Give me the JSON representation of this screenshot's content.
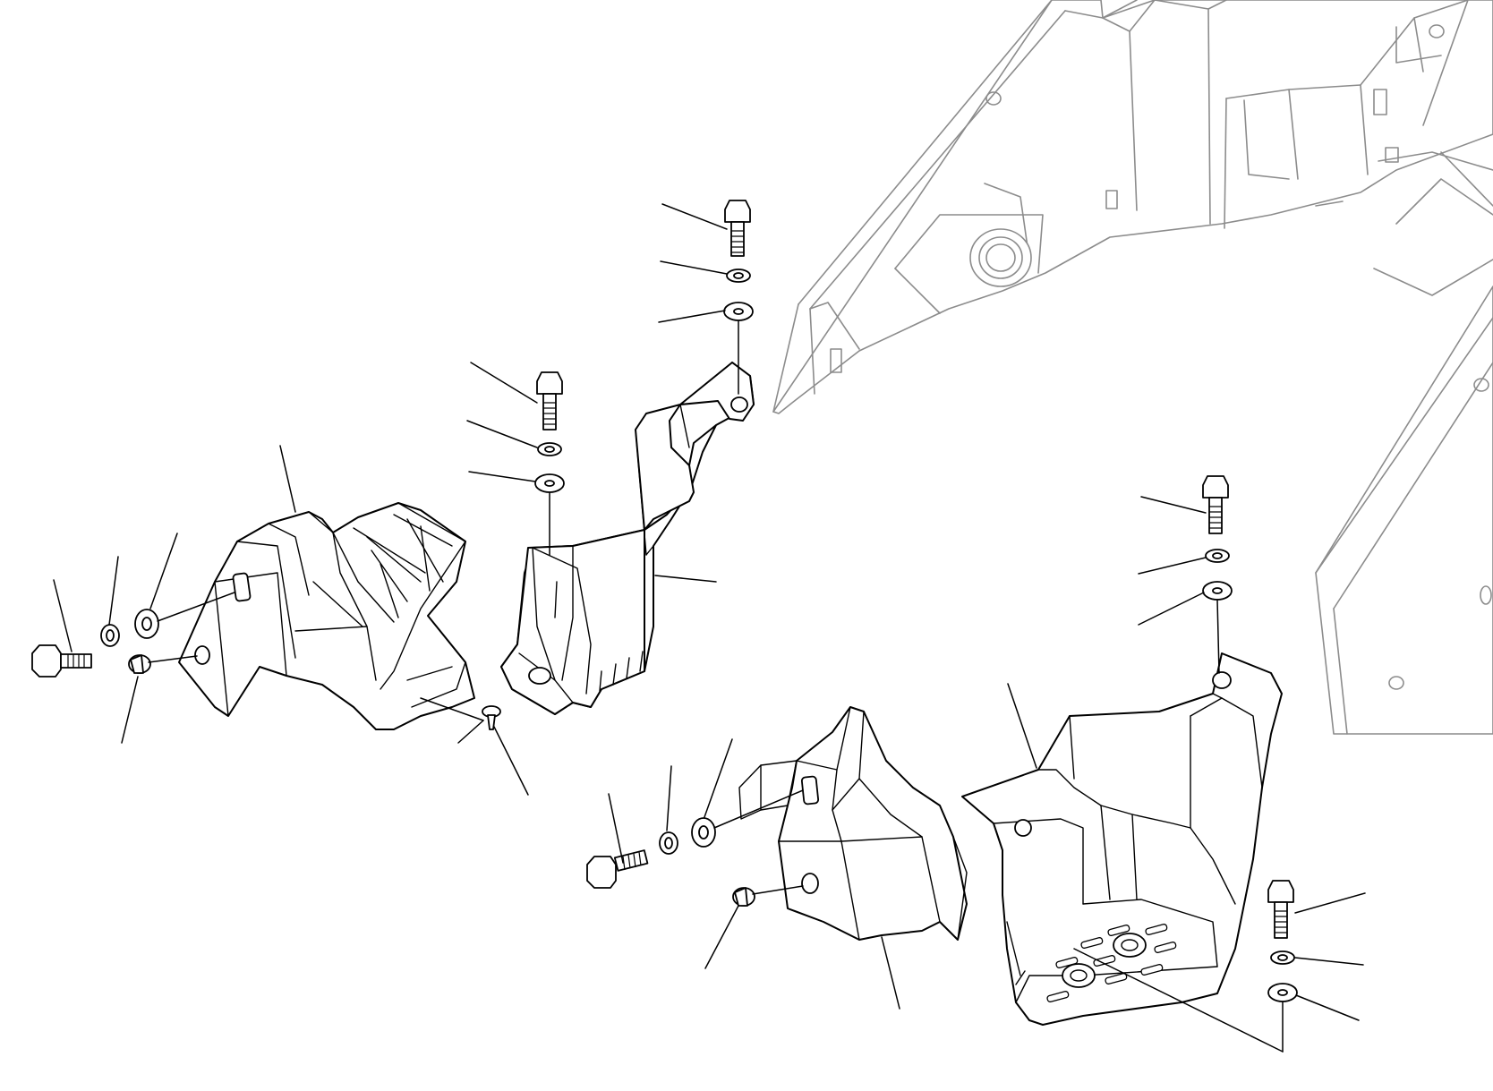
{
  "diagram": {
    "type": "exploded-parts-view",
    "stroke_color": "#000000",
    "frame_color": "#8c8c8c",
    "background": "#ffffff",
    "components": [
      "frame",
      "left-front-cover",
      "center-duct",
      "right-step",
      "right-front-cover",
      "bolt",
      "lock-washer",
      "flat-washer",
      "rubber-plug",
      "push-rivet"
    ]
  }
}
